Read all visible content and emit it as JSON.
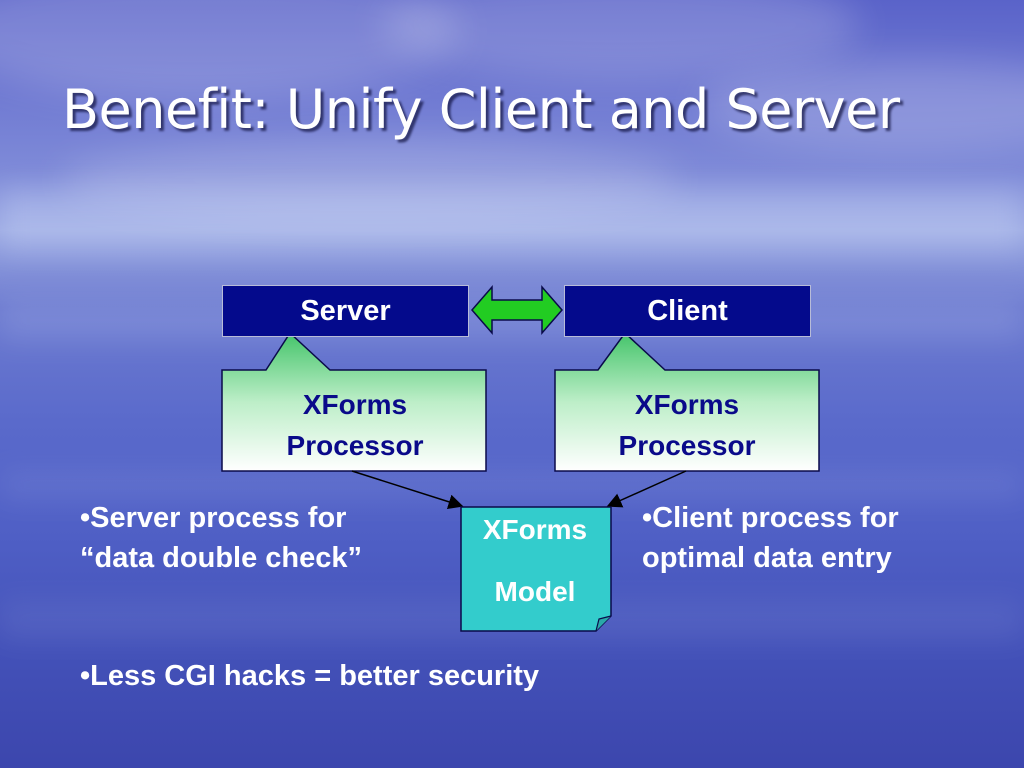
{
  "title": "Benefit: Unify Client and Server",
  "diagram": {
    "server_label": "Server",
    "client_label": "Client",
    "processor_left": {
      "line1": "XForms",
      "line2": "Processor"
    },
    "processor_right": {
      "line1": "XForms",
      "line2": "Processor"
    },
    "model": {
      "line1": "XForms",
      "line2": "Model"
    }
  },
  "bullets": {
    "server_note": [
      "•Server process for",
      "“data double check”"
    ],
    "client_note": [
      "•Client process for",
      "optimal data entry"
    ],
    "security_note": "•Less CGI hacks = better security"
  },
  "colors": {
    "header_box": "#040a8c",
    "processor_gradient_top": "#44c46a",
    "processor_gradient_bottom": "#ffffff",
    "model_box": "#33cccc",
    "double_arrow": "#22cc22",
    "title_text": "#ffffff"
  }
}
